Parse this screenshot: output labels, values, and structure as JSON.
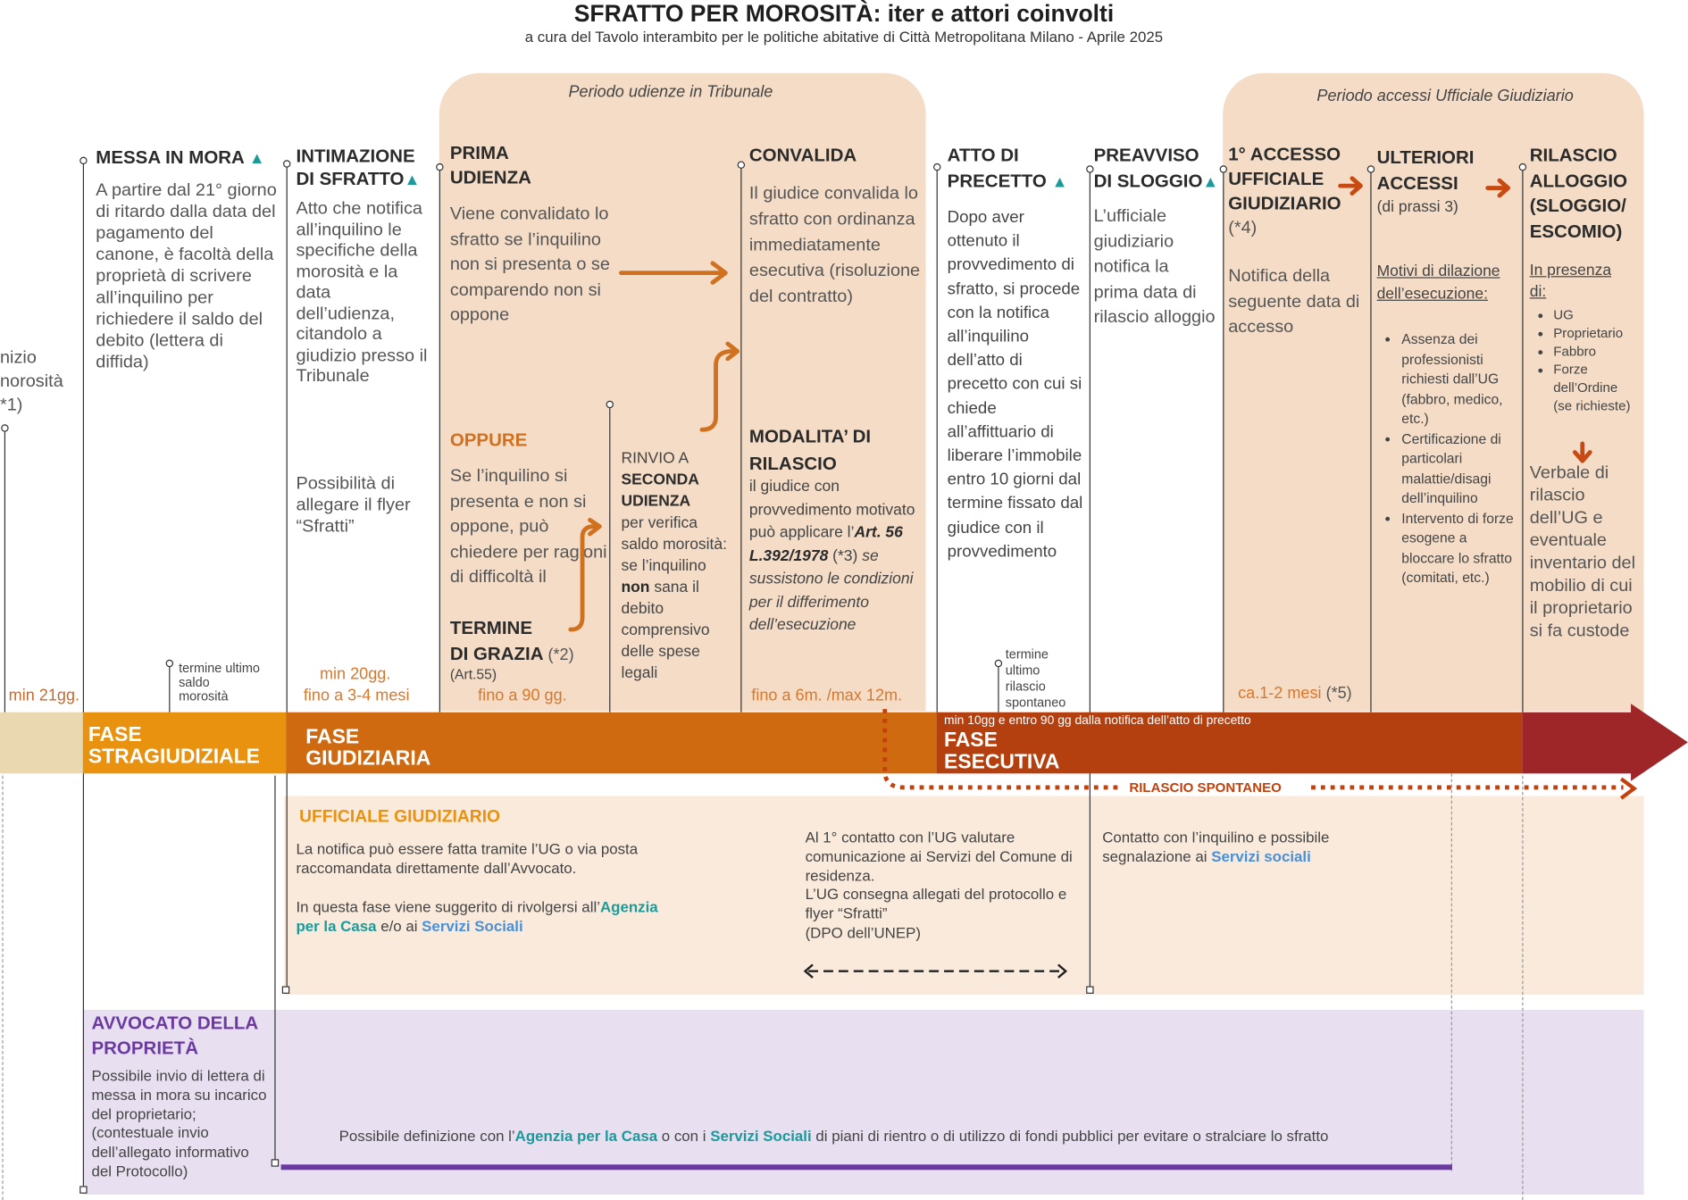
{
  "header": {
    "title": "SFRATTO PER MOROSITÀ: iter e attori coinvolti",
    "subtitle": "a cura del Tavolo interambito per le politiche abitative di Città Metropolitana Milano -  Aprile 2025"
  },
  "panels": {
    "tribunale": "Periodo udienze in Tribunale",
    "ufficiale": "Periodo accessi Ufficiale Giudiziario"
  },
  "steps": {
    "inizio": {
      "text": "nizio\nnorosità\n*1)"
    },
    "messa_in_mora": {
      "title": "MESSA IN MORA",
      "body": "A partire dal 21° giorno di ritardo dalla data del pagamento del canone, è facoltà della proprietà di scrivere all’inquilino per richiedere il saldo del debito (lettera di diffida)"
    },
    "intimazione": {
      "title_1": "INTIMAZIONE",
      "title_2": "DI SFRATTO",
      "body": "Atto che notifica all’inquilino le specifiche della morosità e la data dell’udienza, citandolo a giudizio presso il Tribunale",
      "body_2": "Possibilità di allegare il flyer “Sfratti”"
    },
    "prima_udienza": {
      "title": "PRIMA\nUDIENZA",
      "body": "Viene convalidato lo sfratto se l’inquilino non si presenta o se comparendo non si oppone",
      "oppure": "OPPURE",
      "body_2": "Se l’inquilino si presenta e non si oppone, può chiedere per ragioni di difficoltà il",
      "termine_1": "TERMINE",
      "termine_2": "DI GRAZIA",
      "note": "(*2)",
      "art": "(Art.55)"
    },
    "rinvio": {
      "pre": "RINVIO A",
      "bold_1": "SECONDA",
      "bold_2": "UDIENZA",
      "body_a": "per verifica saldo morosità: se l’inquilino",
      "non": "non",
      "body_b": "sana il debito comprensivo delle spese legali"
    },
    "convalida": {
      "title": "CONVALIDA",
      "body": "Il giudice convalida lo sfratto con ordinanza immediatamente esecutiva (risoluzione del contratto)"
    },
    "modalita": {
      "title": "MODALITA’ DI\nRILASCIO",
      "body_a": "il giudice con provvedimento motivato può applicare l’",
      "art": "Art. 56 L.392/1978",
      "note": "(*3)",
      "body_b": "se sussistono le condizioni per il differimento dell’esecuzione"
    },
    "precetto": {
      "title_1": "ATTO DI",
      "title_2": "PRECETTO",
      "body": "Dopo aver ottenuto il provvedimento di sfratto, si procede con la notifica all’inquilino dell’atto di precetto con cui si chiede all’affittuario di liberare l’immobile entro 10 giorni dal termine fissato dal giudice con il provvedimento"
    },
    "preavviso": {
      "title_1": "PREAVVISO",
      "title_2": "DI SLOGGIO",
      "body": "L’ufficiale giudiziario notifica la prima data di rilascio alloggio"
    },
    "primo_accesso": {
      "title": "1° ACCESSO\nUFFICIALE\nGIUDIZIARIO",
      "note": "(*4)",
      "body": "Notifica della seguente data di accesso"
    },
    "ulteriori": {
      "title": "ULTERIORI\nACCESSI",
      "sub": "(di prassi 3)",
      "motivi": "Motivi di dilazione dell’esecuzione:",
      "items": [
        "Assenza dei professionisti richiesti dall’UG (fabbro, medico, etc.)",
        "Certificazione di particolari malattie/disagi dell’inquilino",
        "Intervento di forze esogene a bloccare lo sfratto (comitati, etc.)"
      ]
    },
    "rilascio": {
      "title": "RILASCIO\nALLOGGIO\n(SLOGGIO/\nESCOMIO)",
      "presenza": "In presenza di:",
      "items": [
        "UG",
        "Proprietario",
        "Fabbro",
        "Forze dell’Ordine",
        "(se richieste)"
      ],
      "body": "Verbale di rilascio dell’UG e eventuale inventario del mobilio di cui il proprietario si fa custode"
    }
  },
  "timing": {
    "min21": "min 21gg.",
    "termine_saldo": "termine ultimo\nsaldo\nmorosità",
    "min20": "min 20gg.",
    "fino34": "fino a 3-4 mesi",
    "fino90": "fino a 90 gg.",
    "fino6": "fino a 6m. /max 12m.",
    "termine_rilascio": "termine\nultimo\nrilascio\nspontaneo",
    "ca12": "ca.1-2 mesi",
    "ca12_note": "(*5)",
    "precetto_window": "min 10gg e entro 90 gg dalla notifica dell’atto di precetto"
  },
  "phases": {
    "stragiudiziale": "FASE\nSTRAGIUDIZIALE",
    "giudiziaria": "FASE\nGIUDIZIARIA",
    "esecutiva": "FASE\nESECUTIVA",
    "rilascio_spontaneo": "RILASCIO SPONTANEO"
  },
  "ufficiale": {
    "title": "UFFICIALE GIUDIZIARIO",
    "p1": "La notifica può essere fatta tramite l’UG o via posta raccomandata direttamente dall’Avvocato.",
    "p2_a": "In questa fase viene suggerito di rivolgersi all’",
    "agenzia": "Agenzia per la Casa",
    "p2_b": " e/o ai ",
    "servizi": "Servizi Sociali",
    "mid": "Al 1° contatto con l’UG valutare comunicazione ai Servizi del Comune di residenza.\nL’UG consegna allegati del protocollo e flyer “Sfratti”\n(DPO dell’UNEP)",
    "right_a": "Contatto con l’inquilino e possibile segnalazione ai ",
    "right_servizi": "Servizi sociali"
  },
  "avvocato": {
    "title": "AVVOCATO DELLA\nPROPRIETÀ",
    "body": "Possibile invio di lettera di messa in mora su incarico del proprietario; (contestuale invio dell’allegato informativo del Protocollo)",
    "foot_a": "Possibile definizione con l’",
    "agenzia": "Agenzia per la Casa",
    "foot_b": " o con i ",
    "servizi": "Servizi Sociali",
    "foot_c": " di piani di rientro o di utilizzo di fondi pubblici per evitare o stralciare lo sfratto"
  },
  "colors": {
    "panel": "#f4dcc6",
    "stragiudiziale": "#e8920f",
    "giudiziaria": "#cf6a10",
    "esecutiva": "#b5400f",
    "final": "#9e2628",
    "purple": "#6b3aa0",
    "teal": "#1a9a9a",
    "blue": "#4a90d6",
    "orange_text": "#d8782c"
  }
}
